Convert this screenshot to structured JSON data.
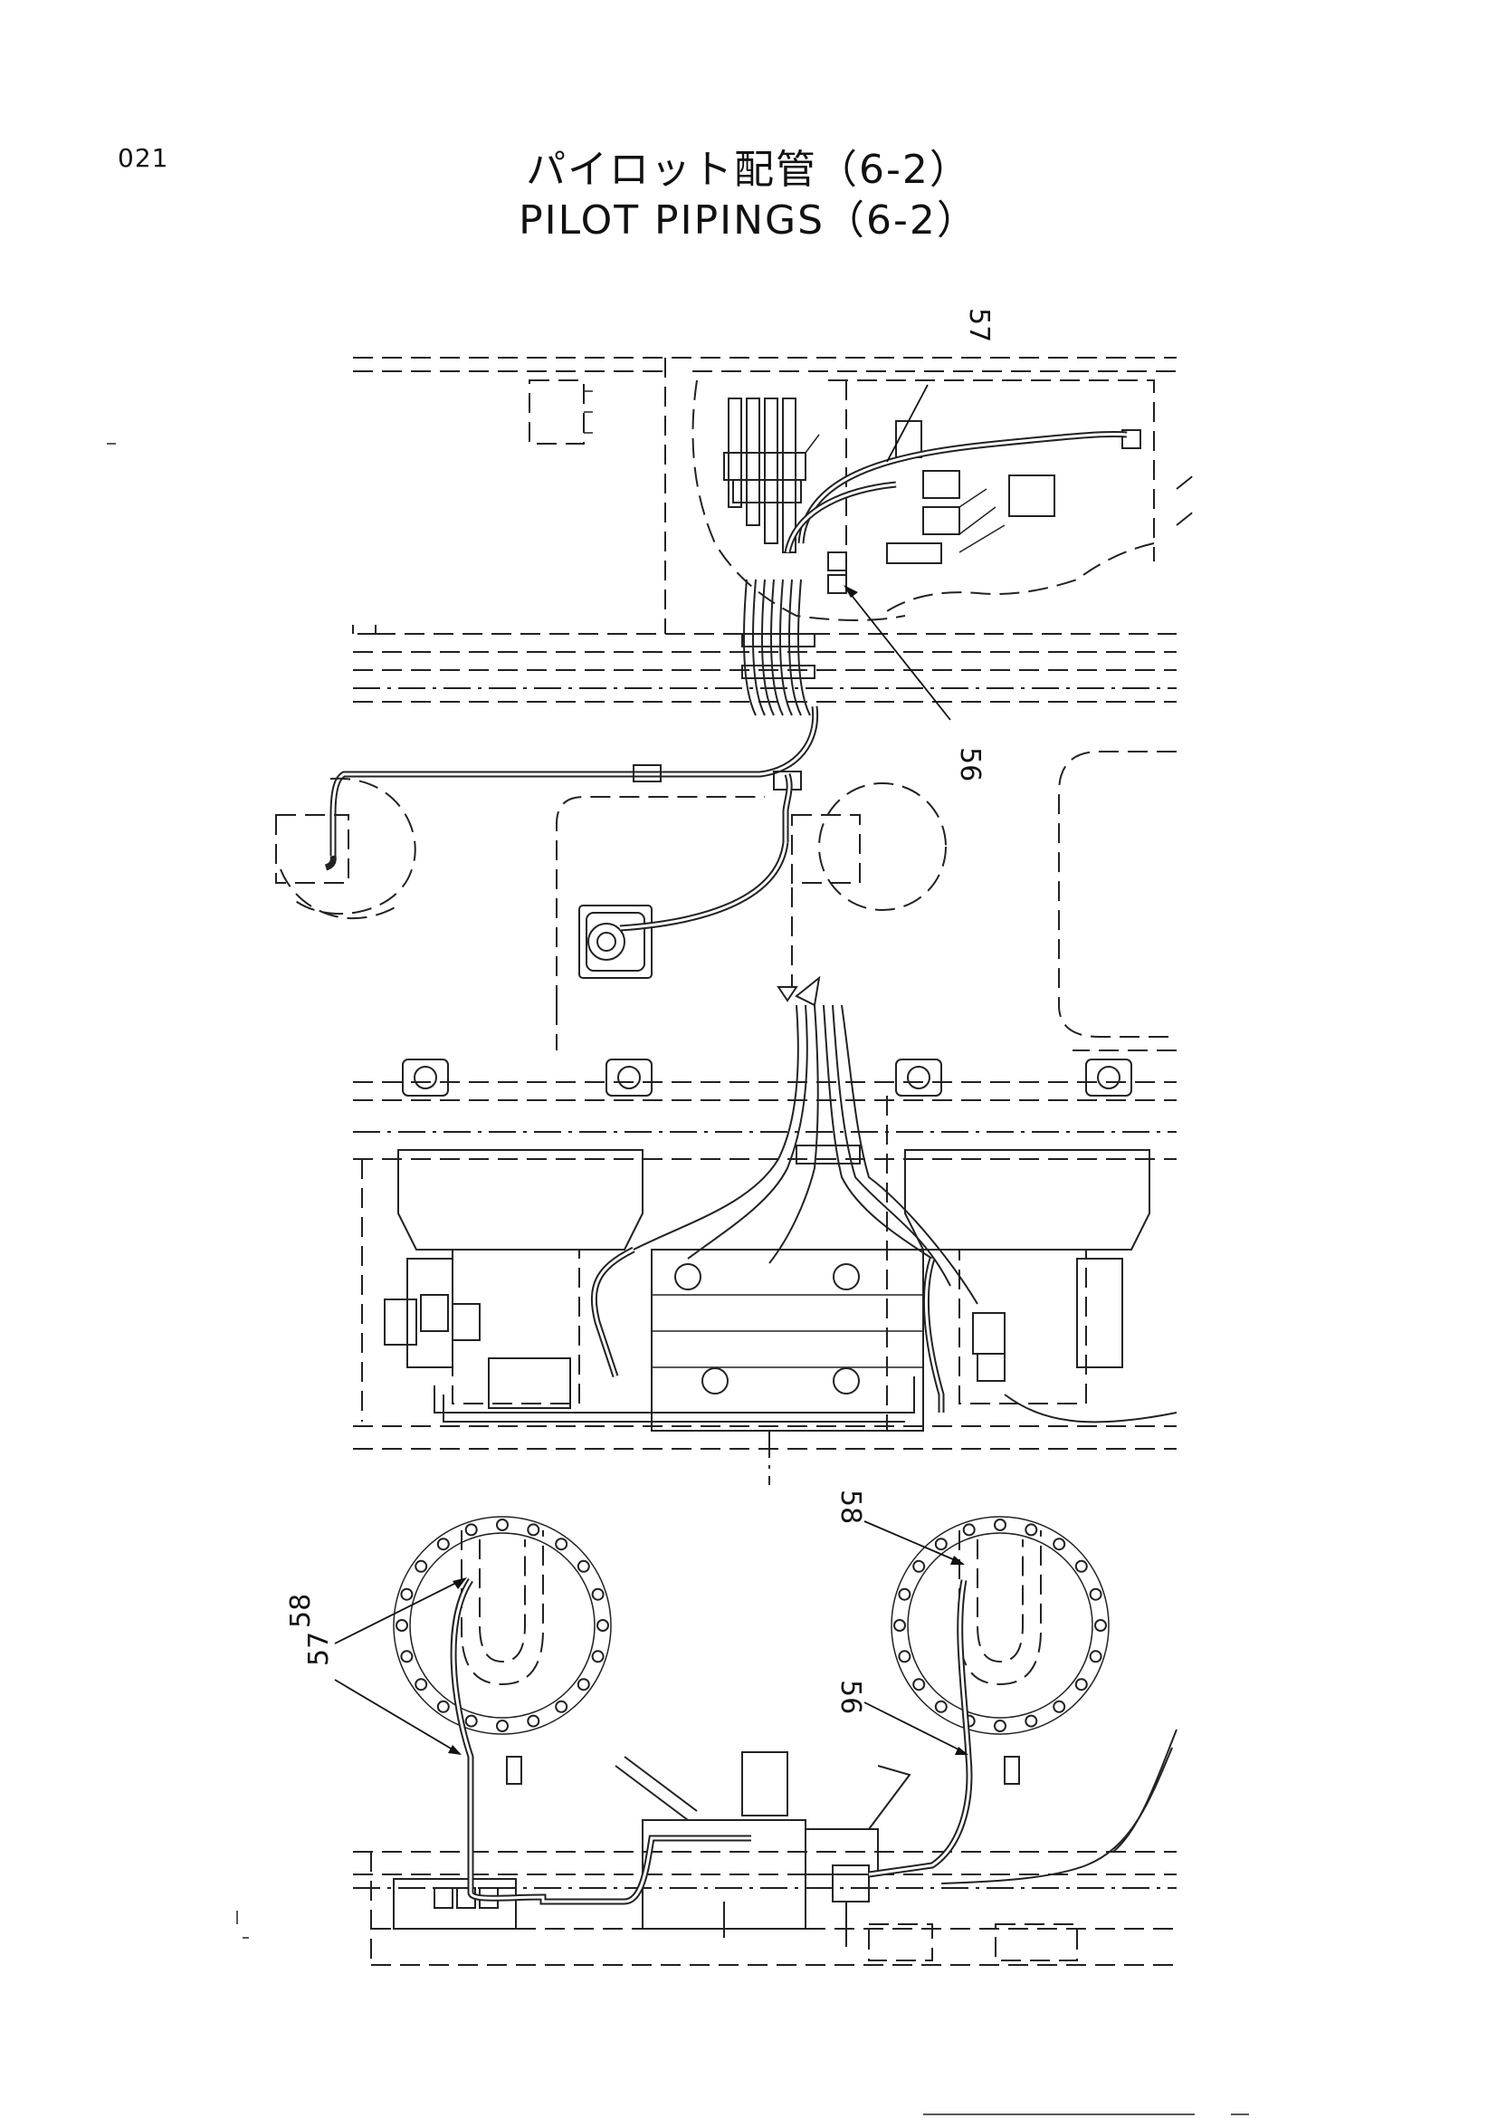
{
  "page": {
    "number": "021"
  },
  "title": {
    "japanese": "パイロット配管（6-2）",
    "english": "PILOT PIPINGS（6-2）"
  },
  "callouts": [
    {
      "id": "c57-top",
      "label": "57"
    },
    {
      "id": "c56-top",
      "label": "56"
    },
    {
      "id": "c58-right",
      "label": "58"
    },
    {
      "id": "c58-left",
      "label": "58"
    },
    {
      "id": "c57-left",
      "label": "57"
    },
    {
      "id": "c56-right",
      "label": "56"
    }
  ]
}
